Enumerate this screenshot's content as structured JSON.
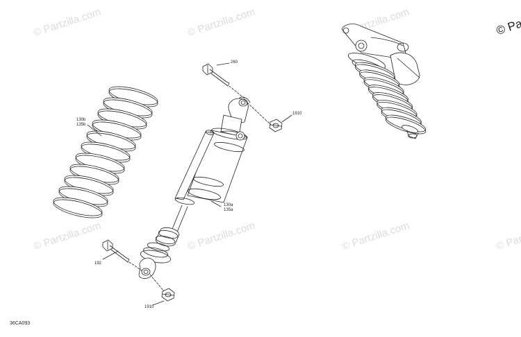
{
  "watermark_text": "© Partzilla.com",
  "corner_watermark": "© Par",
  "callouts": {
    "bolt_top": "260",
    "nut_top": "1910",
    "spring_1": "130b",
    "spring_2": "135b",
    "shock_1": "130a",
    "shock_2": "135a",
    "bolt_bottom": "192",
    "nut_bottom": "1910"
  },
  "diagram_code": "36CA093",
  "colors": {
    "line": "#222222",
    "watermark": "#dcdcdc"
  }
}
